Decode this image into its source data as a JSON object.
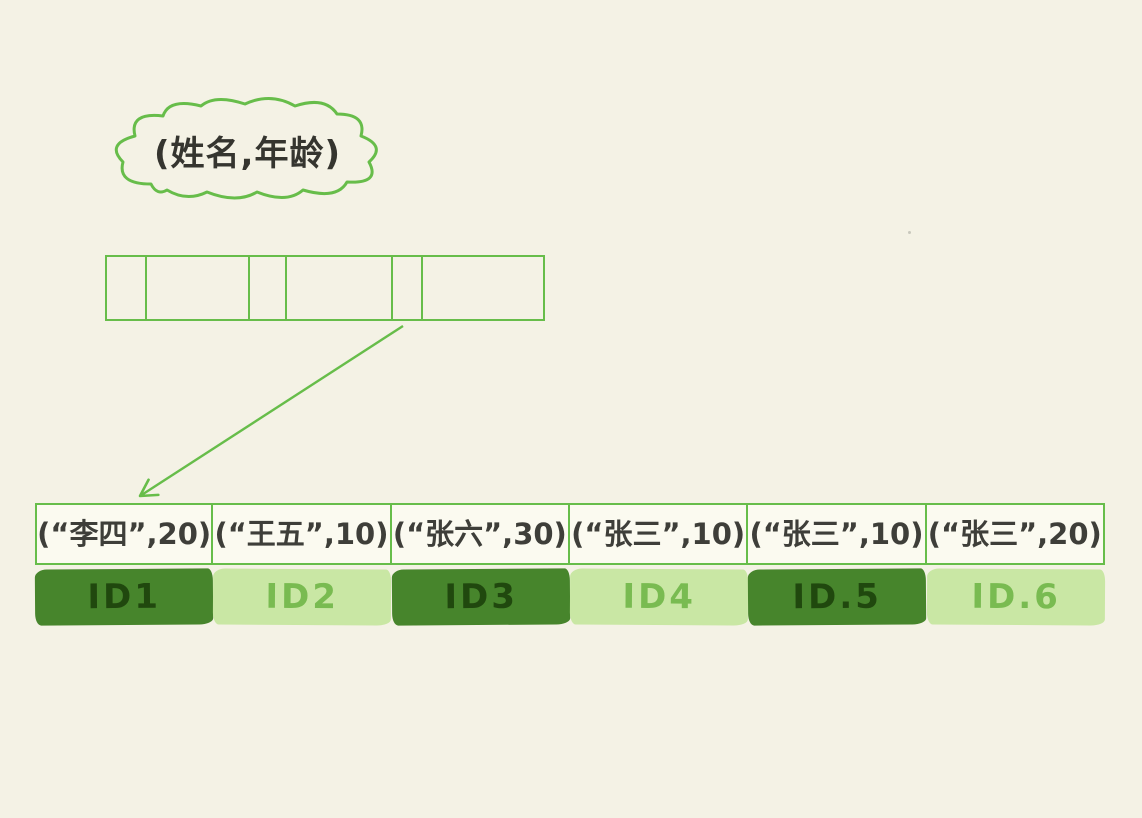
{
  "bubble": {
    "label": "(姓名,年龄)"
  },
  "index_node": {
    "cell_count": 6,
    "cells_empty": true
  },
  "table": {
    "columns": [
      {
        "tuple": "(“李四”,20)",
        "id": "ID1",
        "shade": "dark"
      },
      {
        "tuple": "(“王五”,10)",
        "id": "ID2",
        "shade": "light"
      },
      {
        "tuple": "(“张六”,30)",
        "id": "ID3",
        "shade": "dark"
      },
      {
        "tuple": "(“张三”,10)",
        "id": "ID4",
        "shade": "light"
      },
      {
        "tuple": "(“张三”,10)",
        "id": "ID.5",
        "shade": "dark"
      },
      {
        "tuple": "(“张三”,20)",
        "id": "ID.6",
        "shade": "light"
      }
    ]
  },
  "colors": {
    "background": "#f4f2e5",
    "line_green": "#67bd4a",
    "dark_block": "#47852c",
    "dark_block_text": "#20480e",
    "light_block": "#c9e7a4",
    "light_block_text": "#79bb51"
  }
}
